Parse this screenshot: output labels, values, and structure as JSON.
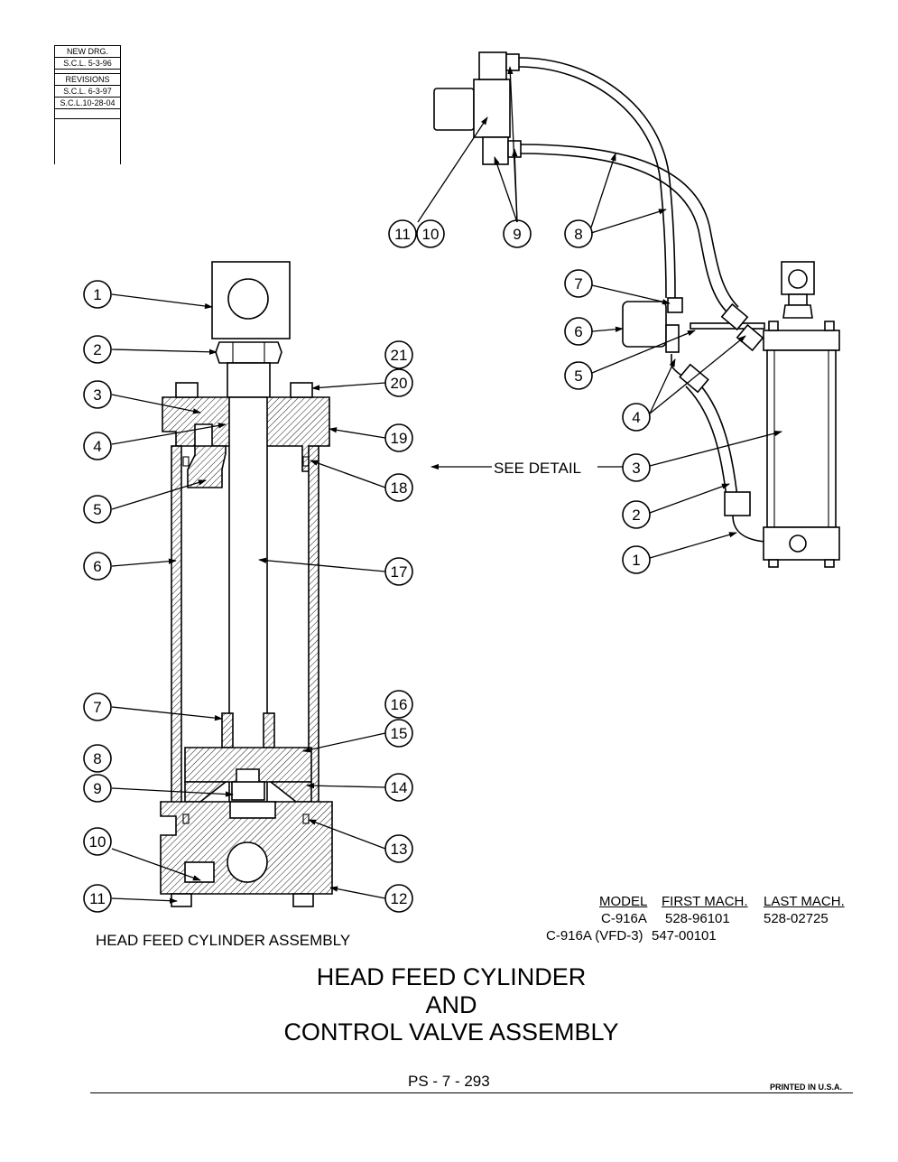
{
  "revision_block": {
    "new_drawing": "NEW DRG.",
    "new_drawing_date": "S.C.L.  5-3-96",
    "revisions_label": "REVISIONS",
    "revision_1": "S.C.L.  6-3-97",
    "revision_2": "S.C.L.10-28-04"
  },
  "callouts": {
    "c1": "1",
    "c2": "2",
    "c3": "3",
    "c4": "4",
    "c5": "5",
    "c6": "6",
    "c7": "7",
    "c8": "8",
    "c9": "9",
    "c10": "10",
    "c11": "11",
    "c12": "12",
    "c13": "13",
    "c14": "14",
    "c15": "15",
    "c16": "16",
    "c17": "17",
    "c18": "18",
    "c19": "19",
    "c20": "20",
    "c21": "21"
  },
  "valve_callouts": {
    "v1": "1",
    "v2": "2",
    "v3": "3",
    "v4": "4",
    "v5": "5",
    "v6": "6",
    "v7": "7",
    "v8": "8",
    "v9": "9",
    "v10": "10",
    "v11": "11"
  },
  "see_detail": "SEE DETAIL",
  "assembly_caption": "HEAD FEED CYLINDER ASSEMBLY",
  "model_table": {
    "headers": {
      "model": "MODEL",
      "first": "FIRST MACH.",
      "last": "LAST MACH."
    },
    "rows": [
      {
        "model": "C-916A",
        "first": "528-96101",
        "last": "528-02725"
      },
      {
        "model": "C-916A (VFD-3)",
        "first": "547-00101",
        "last": ""
      }
    ]
  },
  "title": {
    "line1": "HEAD FEED CYLINDER",
    "line2": "AND",
    "line3": "CONTROL VALVE ASSEMBLY"
  },
  "footer": {
    "page_number": "PS - 7 - 293",
    "printed": "PRINTED IN U.S.A."
  }
}
